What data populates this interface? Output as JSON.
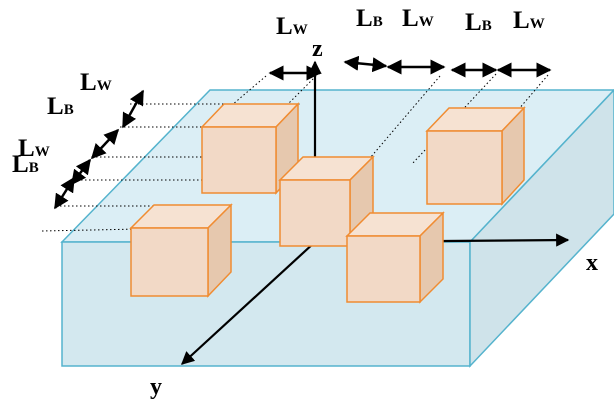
{
  "colors": {
    "slab_top": "#dbeef5",
    "slab_side": "#d3e8ef",
    "slab_edge": "#55b3cd",
    "cube_front": "#f2d9c6",
    "cube_top": "#f6e2d2",
    "cube_side": "#e6c8ae",
    "cube_edge": "#f08c32",
    "axis": "#000000"
  },
  "axes": {
    "x": "x",
    "y": "y",
    "z": "z"
  },
  "top_labels": [
    {
      "main": "L",
      "sub": "W"
    },
    {
      "main": "L",
      "sub": "B"
    },
    {
      "main": "L",
      "sub": "W"
    },
    {
      "main": "L",
      "sub": "B"
    },
    {
      "main": "L",
      "sub": "W"
    }
  ],
  "left_labels": [
    {
      "main": "L",
      "sub": "W"
    },
    {
      "main": "L",
      "sub": "B"
    },
    {
      "main": "L",
      "sub": "W"
    },
    {
      "main": "L",
      "sub": "B"
    }
  ]
}
